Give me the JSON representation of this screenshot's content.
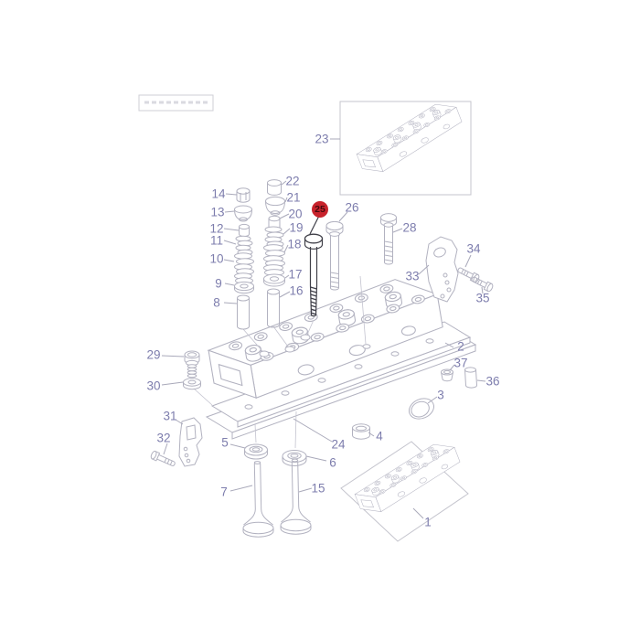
{
  "highlighted_part": "25",
  "colors": {
    "label": "#7d7dad",
    "line": "#b2b2c0",
    "leader": "#a9a9ba",
    "dark": "#3f3f48",
    "highlight_bg": "#c8232c",
    "highlight_text": "#46090d"
  },
  "labels": {
    "n1": "1",
    "n2": "2",
    "n3": "3",
    "n4": "4",
    "n5": "5",
    "n6": "6",
    "n7": "7",
    "n8": "8",
    "n9": "9",
    "n10": "10",
    "n11": "11",
    "n12": "12",
    "n13": "13",
    "n14": "14",
    "n15": "15",
    "n16": "16",
    "n17": "17",
    "n18": "18",
    "n19": "19",
    "n20": "20",
    "n21": "21",
    "n22": "22",
    "n23": "23",
    "n24": "24",
    "n25": "25",
    "n26": "26",
    "n28": "28",
    "n29": "29",
    "n30": "30",
    "n31": "31",
    "n32": "32",
    "n33": "33",
    "n34": "34",
    "n35": "35",
    "n36": "36",
    "n37": "37"
  }
}
